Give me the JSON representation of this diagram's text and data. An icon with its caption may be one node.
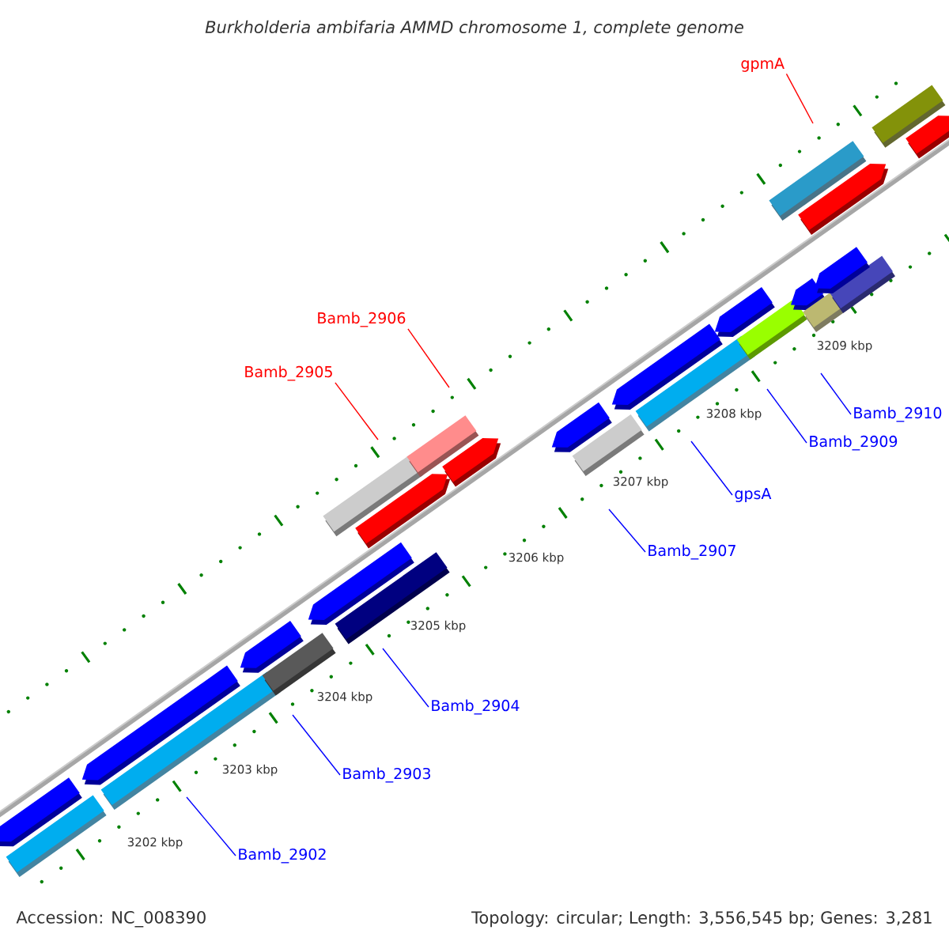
{
  "diagram": {
    "title": "Burkholderia ambifaria AMMD chromosome 1, complete genome",
    "nodes": [
      {
        "text": [
          "gpmA"
        ]
      },
      {
        "text": [
          "Bamb_2906"
        ]
      },
      {
        "text": [
          "Bamb_2905"
        ]
      },
      {
        "text": [
          "Bamb_2910"
        ]
      },
      {
        "text": [
          "Bamb_2909"
        ]
      },
      {
        "text": [
          "gpsA"
        ]
      },
      {
        "text": [
          "Bamb_2907"
        ]
      },
      {
        "text": [
          "Bamb_2904"
        ]
      },
      {
        "text": [
          "Bamb_2903"
        ]
      },
      {
        "text": [
          "Bamb_2902"
        ]
      }
    ],
    "edges": [
      {
        "from": 0,
        "to": null,
        "arrow": "none",
        "color": "#ff0000"
      },
      {
        "from": 1,
        "to": null,
        "arrow": "none",
        "color": "#ff0000"
      },
      {
        "from": 2,
        "to": null,
        "arrow": "none",
        "color": "#ff0000"
      },
      {
        "from": 3,
        "to": null,
        "arrow": "none"
      },
      {
        "from": 4,
        "to": null,
        "arrow": "none"
      },
      {
        "from": 5,
        "to": null,
        "arrow": "none"
      },
      {
        "from": 6,
        "to": null,
        "arrow": "none"
      },
      {
        "from": 7,
        "to": null,
        "arrow": "none"
      },
      {
        "from": 8,
        "to": null,
        "arrow": "none"
      },
      {
        "from": 9,
        "to": null,
        "arrow": "none"
      }
    ],
    "labels": [
      "3209 kbp",
      "3208 kbp",
      "3207 kbp",
      "3206 kbp",
      "3205 kbp",
      "3204 kbp",
      "3203 kbp",
      "3202 kbp",
      "Accession: NC_008390",
      "Topology: circular; Length: 3,556,545 bp; Genes: 3,281"
    ]
  }
}
